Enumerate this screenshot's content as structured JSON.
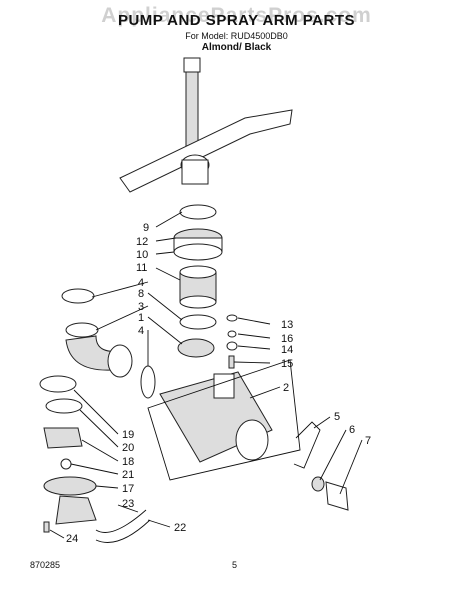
{
  "header": {
    "watermark": "AppliancePartsPros.com",
    "title": "PUMP AND SPRAY ARM PARTS",
    "model_line": "For Model: RUD4500DB0",
    "color_line": "Almond/ Black"
  },
  "callouts": [
    "9",
    "12",
    "10",
    "11",
    "4",
    "8",
    "3",
    "1",
    "4",
    "13",
    "16",
    "14",
    "15",
    "2",
    "5",
    "6",
    "7",
    "19",
    "20",
    "18",
    "21",
    "17",
    "23",
    "22",
    "24"
  ],
  "footer": {
    "left": "870285",
    "page": "5"
  }
}
